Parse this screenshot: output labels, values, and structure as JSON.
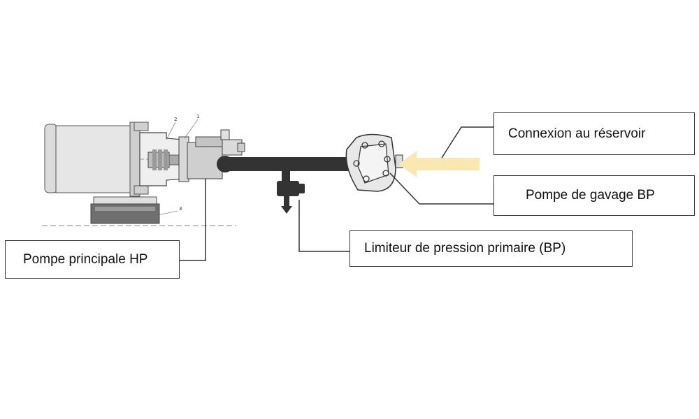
{
  "labels": {
    "reservoir": "Connexion au réservoir",
    "gavage": "Pompe de gavage BP",
    "limiteur": "Limiteur de pression primaire (BP)",
    "principale": "Pompe principale HP"
  },
  "part_numbers": [
    "1",
    "2",
    "3"
  ],
  "colors": {
    "pipe": "#333333",
    "arrow": "#fbe8b0",
    "outline": "#333333",
    "motor": "#e6e6e6",
    "base": "#6f6f6f"
  }
}
